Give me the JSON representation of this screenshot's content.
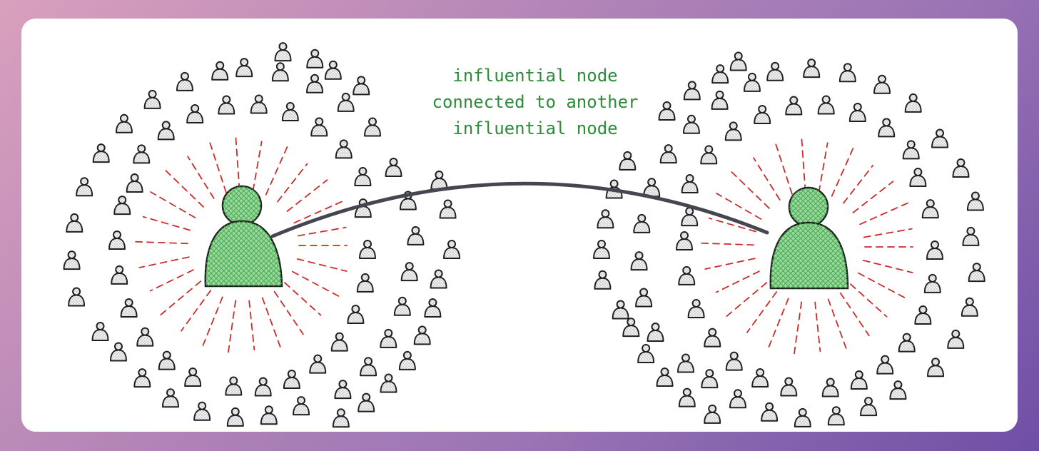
{
  "caption": {
    "lines": [
      "influential node",
      "connected to another",
      "influential node"
    ]
  },
  "colors": {
    "influential_fill": "#9bd69a",
    "influential_hatch": "#3aa84a",
    "member_hatch": "#bdbdbd",
    "outline": "#1f1f1f",
    "spoke": "#cc2b2b",
    "link": "#44474f",
    "caption": "#2e8b3a"
  },
  "icons": {
    "influential": "person-icon",
    "member": "person-icon"
  }
}
